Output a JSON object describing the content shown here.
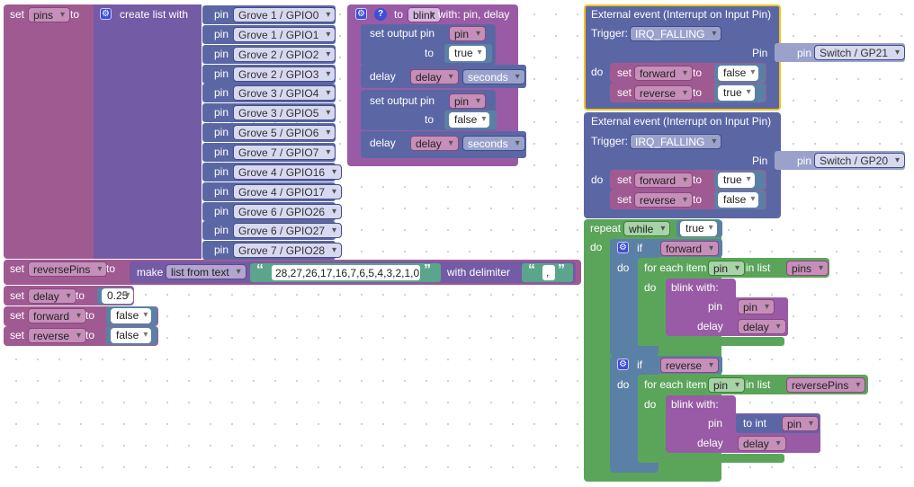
{
  "labels": {
    "set": "set",
    "to": "to",
    "create_list_with": "create list with",
    "pin": "pin",
    "make": "make",
    "list_from_text": "list from text",
    "with_delimiter": "with delimiter",
    "open_quote": "“",
    "close_quote": "”",
    "with_pin_delay": "with: pin, delay",
    "set_output_pin": "set output pin",
    "delay": "delay",
    "seconds": "seconds",
    "external_event": "External event (Interrupt on Input Pin)",
    "trigger": "Trigger:",
    "irq_falling": "IRQ_FALLING",
    "pin_cap": "Pin",
    "do": "do",
    "repeat": "repeat",
    "while": "while",
    "if": "if",
    "for_each_item": "for each item",
    "in_list": "in list",
    "blink_with": "blink  with:",
    "to_int": "to int",
    "true": "true",
    "false": "false",
    "gear": "⚙",
    "question": "?"
  },
  "vars": {
    "pins": "pins",
    "reversePins": "reversePins",
    "delay": "delay",
    "forward": "forward",
    "reverse": "reverse",
    "blink": "blink",
    "pin": "pin"
  },
  "grove_pins": [
    "Grove 1 / GPIO0",
    "Grove 1 / GPIO1",
    "Grove 2 / GPIO2",
    "Grove 2 / GPIO3",
    "Grove 3 / GPIO4",
    "Grove 3 / GPIO5",
    "Grove 5 / GPIO6",
    "Grove 7 / GPIO7",
    "Grove 4 / GPIO16",
    "Grove 4 / GPIO17",
    "Grove 6 / GPIO26",
    "Grove 6 / GPIO27",
    "Grove 7 / GPIO28"
  ],
  "values": {
    "reverse_list_text": "28,27,26,17,16,7,6,5,4,3,2,1,0",
    "delimiter": ",",
    "delay_value": "0.25",
    "switch1": "Switch / GP21",
    "switch2": "Switch / GP20"
  },
  "colors": {
    "variables": "#a05a92",
    "lists": "#745ba5",
    "logic": "#5b80a5",
    "loops": "#5ba55b",
    "text": "#5ba58c",
    "io": "#5b67a5",
    "event_highlight": "#f0c419"
  }
}
